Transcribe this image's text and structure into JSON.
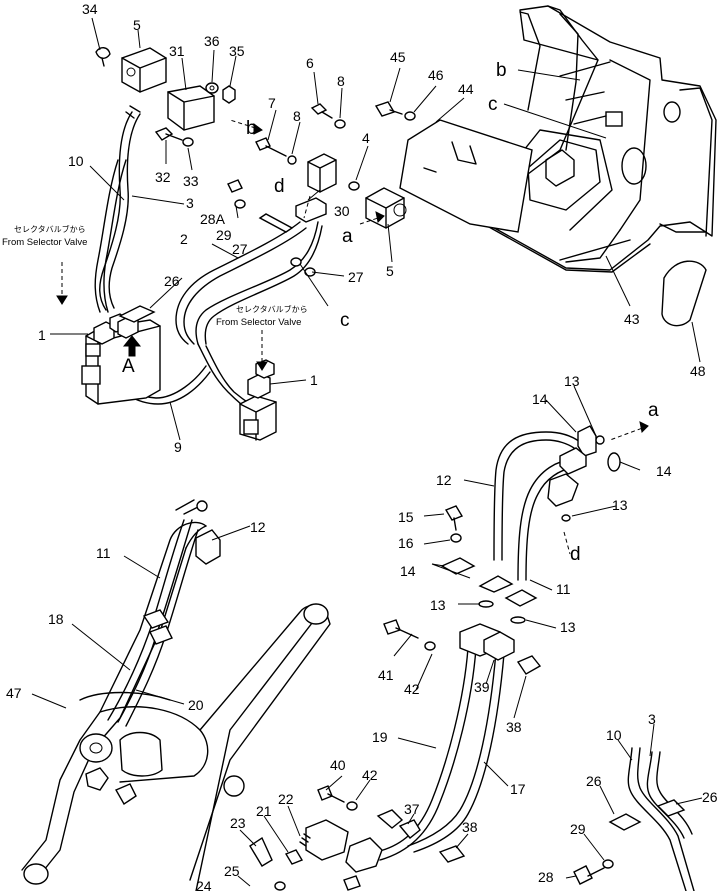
{
  "diagram": {
    "callouts": [
      {
        "id": "c34",
        "text": "34"
      },
      {
        "id": "c5a",
        "text": "5"
      },
      {
        "id": "c31",
        "text": "31"
      },
      {
        "id": "c36",
        "text": "36"
      },
      {
        "id": "c35",
        "text": "35"
      },
      {
        "id": "c6",
        "text": "6"
      },
      {
        "id": "c8a",
        "text": "8"
      },
      {
        "id": "c7",
        "text": "7"
      },
      {
        "id": "c8b",
        "text": "8"
      },
      {
        "id": "c4",
        "text": "4"
      },
      {
        "id": "c45",
        "text": "45"
      },
      {
        "id": "c46",
        "text": "46"
      },
      {
        "id": "c44",
        "text": "44"
      },
      {
        "id": "c10a",
        "text": "10"
      },
      {
        "id": "c32",
        "text": "32"
      },
      {
        "id": "c33",
        "text": "33"
      },
      {
        "id": "c3a",
        "text": "3"
      },
      {
        "id": "c28A",
        "text": "28A"
      },
      {
        "id": "c29a",
        "text": "29"
      },
      {
        "id": "c30",
        "text": "30"
      },
      {
        "id": "c27a",
        "text": "27"
      },
      {
        "id": "c2",
        "text": "2"
      },
      {
        "id": "c27b",
        "text": "27"
      },
      {
        "id": "c5b",
        "text": "5"
      },
      {
        "id": "c26a",
        "text": "26"
      },
      {
        "id": "c1a",
        "text": "1"
      },
      {
        "id": "c1b",
        "text": "1"
      },
      {
        "id": "c9",
        "text": "9"
      },
      {
        "id": "c43",
        "text": "43"
      },
      {
        "id": "c48",
        "text": "48"
      },
      {
        "id": "c13a",
        "text": "13"
      },
      {
        "id": "c14a",
        "text": "14"
      },
      {
        "id": "c14b",
        "text": "14"
      },
      {
        "id": "c12a",
        "text": "12"
      },
      {
        "id": "c13b",
        "text": "13"
      },
      {
        "id": "c15",
        "text": "15"
      },
      {
        "id": "c16",
        "text": "16"
      },
      {
        "id": "c14c",
        "text": "14"
      },
      {
        "id": "c11a",
        "text": "11"
      },
      {
        "id": "c13c",
        "text": "13"
      },
      {
        "id": "c13d",
        "text": "13"
      },
      {
        "id": "c12b",
        "text": "12"
      },
      {
        "id": "c11b",
        "text": "11"
      },
      {
        "id": "c18",
        "text": "18"
      },
      {
        "id": "c47",
        "text": "47"
      },
      {
        "id": "c20",
        "text": "20"
      },
      {
        "id": "c41",
        "text": "41"
      },
      {
        "id": "c42a",
        "text": "42"
      },
      {
        "id": "c39",
        "text": "39"
      },
      {
        "id": "c38a",
        "text": "38"
      },
      {
        "id": "c19",
        "text": "19"
      },
      {
        "id": "c17",
        "text": "17"
      },
      {
        "id": "c40",
        "text": "40"
      },
      {
        "id": "c42b",
        "text": "42"
      },
      {
        "id": "c37",
        "text": "37"
      },
      {
        "id": "c38b",
        "text": "38"
      },
      {
        "id": "c21",
        "text": "21"
      },
      {
        "id": "c22",
        "text": "22"
      },
      {
        "id": "c23",
        "text": "23"
      },
      {
        "id": "c25",
        "text": "25"
      },
      {
        "id": "c24",
        "text": "24"
      },
      {
        "id": "c10b",
        "text": "10"
      },
      {
        "id": "c3b",
        "text": "3"
      },
      {
        "id": "c26b",
        "text": "26"
      },
      {
        "id": "c26c",
        "text": "26"
      },
      {
        "id": "c29b",
        "text": "29"
      },
      {
        "id": "c28",
        "text": "28"
      }
    ],
    "letters": [
      {
        "id": "Lb1",
        "text": "b"
      },
      {
        "id": "Lb2",
        "text": "b"
      },
      {
        "id": "Lc1",
        "text": "c"
      },
      {
        "id": "Lc2",
        "text": "c"
      },
      {
        "id": "Ld1",
        "text": "d"
      },
      {
        "id": "Ld2",
        "text": "d"
      },
      {
        "id": "La1",
        "text": "a"
      },
      {
        "id": "La2",
        "text": "a"
      },
      {
        "id": "LA",
        "text": "A"
      }
    ],
    "notes": [
      {
        "id": "n1",
        "jp": "セレクタバルブから",
        "en": "From Selector Valve"
      },
      {
        "id": "n2",
        "jp": "セレクタバルブから",
        "en": "From Selector Valve"
      }
    ]
  }
}
